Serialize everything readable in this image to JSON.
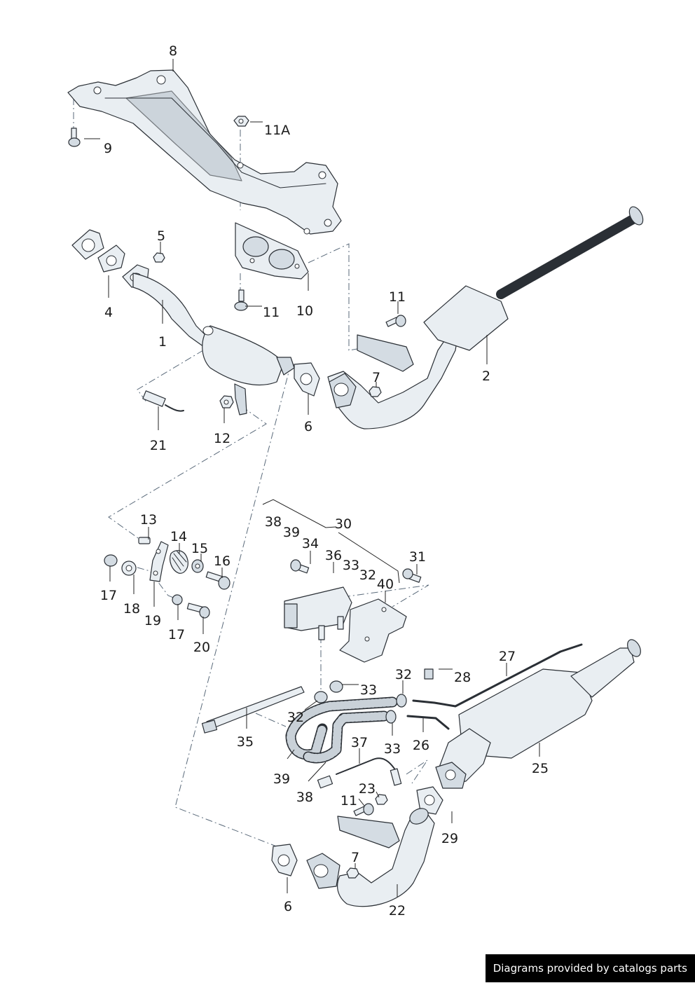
{
  "credit": "Diagrams provided by catalogs parts",
  "callouts": [
    "8",
    "11A",
    "9",
    "5",
    "4",
    "1",
    "10",
    "11",
    "2",
    "11",
    "7",
    "6",
    "12",
    "21",
    "13",
    "14",
    "15",
    "16",
    "17",
    "18",
    "19",
    "17",
    "20",
    "38",
    "39",
    "30",
    "34",
    "36",
    "33",
    "32",
    "31",
    "40",
    "27",
    "28",
    "32",
    "33",
    "33",
    "32",
    "26",
    "35",
    "37",
    "33",
    "25",
    "39",
    "38",
    "23",
    "11",
    "29",
    "7",
    "6",
    "22"
  ],
  "colors": {
    "part_fill": "#e9eef2",
    "part_outline": "#2a2f35",
    "dash_line": "#5a6a7a"
  }
}
